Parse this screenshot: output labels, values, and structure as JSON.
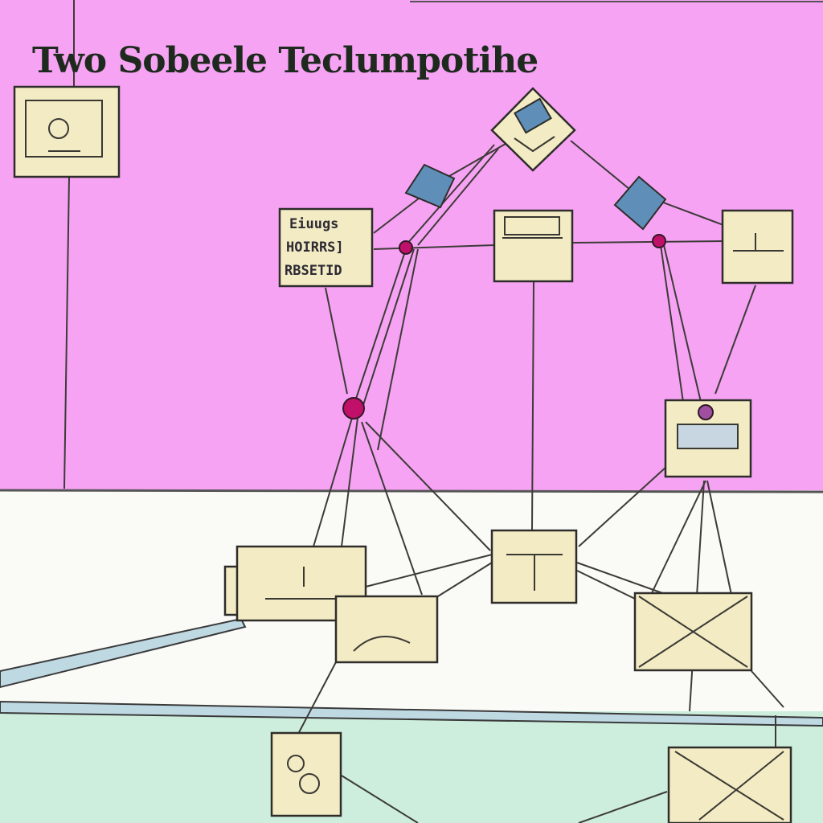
{
  "diagram": {
    "title": "Two Sobeele Teclumpotihe",
    "label_box": {
      "lines": [
        "Eiuugs",
        "HOIRRS]",
        "RBSETID"
      ]
    },
    "colors": {
      "top_band": "#f7a3f4",
      "middle_band": "#fafaf7",
      "bottom_band": "#cdeedd",
      "node_fill": "#f2ebc4",
      "junction": "#c0106a",
      "chip": "#5f8fb8"
    }
  }
}
